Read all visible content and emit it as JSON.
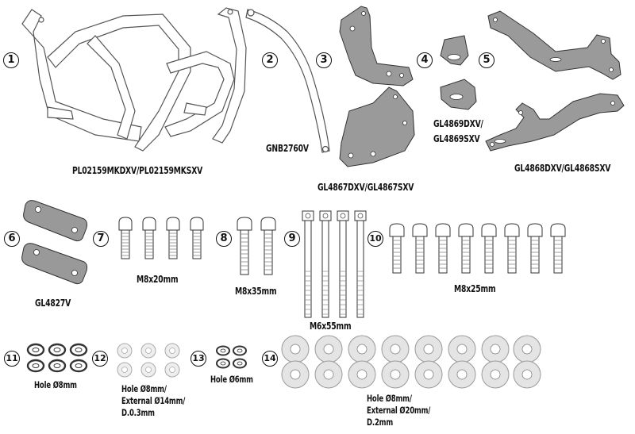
{
  "items": [
    {
      "num": "1",
      "label": "PL02159MKDXV/PL02159MKSXV"
    },
    {
      "num": "2",
      "label": "GNB2760V"
    },
    {
      "num": "3",
      "label": "GL4867DXV/GL4867SXV"
    },
    {
      "num": "4",
      "label_line1": "GL4869DXV/",
      "label_line2": "GL4869SXV"
    },
    {
      "num": "5",
      "label": "GL4868DXV/GL4868SXV"
    },
    {
      "num": "6",
      "label": "GL4827V"
    },
    {
      "num": "7",
      "label": "M8x20mm"
    },
    {
      "num": "8",
      "label": "M8x35mm"
    },
    {
      "num": "9",
      "label": "M6x55mm"
    },
    {
      "num": "10",
      "label": "M8x25mm"
    },
    {
      "num": "11",
      "label": "Hole Ø8mm"
    },
    {
      "num": "12",
      "label_line1": "Hole Ø8mm/",
      "label_line2": "External Ø14mm/",
      "label_line3": "D.0.3mm"
    },
    {
      "num": "13",
      "label": "Hole Ø6mm"
    },
    {
      "num": "14",
      "label_line1": "Hole Ø8mm/",
      "label_line2": "External Ø20mm/",
      "label_line3": "D.2mm"
    }
  ]
}
